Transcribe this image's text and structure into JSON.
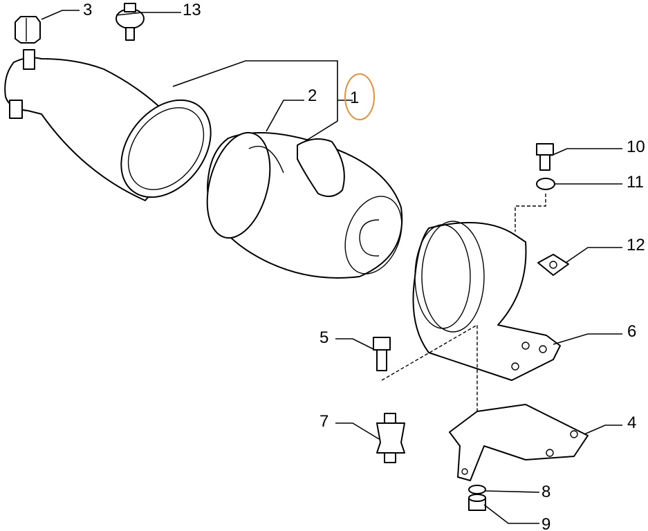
{
  "diagram": {
    "highlight_color": "#e8903a",
    "highlighted_part": "1",
    "callouts": {
      "p1": "1",
      "p2": "2",
      "p3": "3",
      "p4": "4",
      "p5": "5",
      "p6": "6",
      "p7": "7",
      "p8": "8",
      "p9": "9",
      "p10": "10",
      "p11": "11",
      "p12": "12",
      "p13": "13"
    }
  }
}
